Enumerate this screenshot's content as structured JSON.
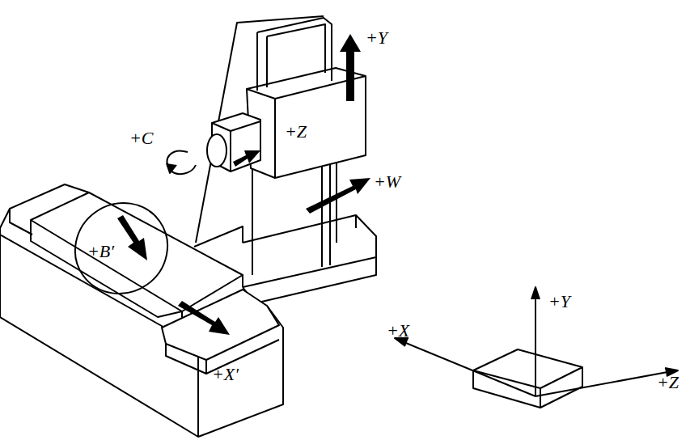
{
  "diagram": {
    "nodes": [
      {
        "text": [
          "+B′"
        ]
      }
    ],
    "labels": [
      "+Y",
      "+C",
      "+Z",
      "+W",
      "+X′",
      "+X",
      "+Y",
      "+Z"
    ]
  }
}
